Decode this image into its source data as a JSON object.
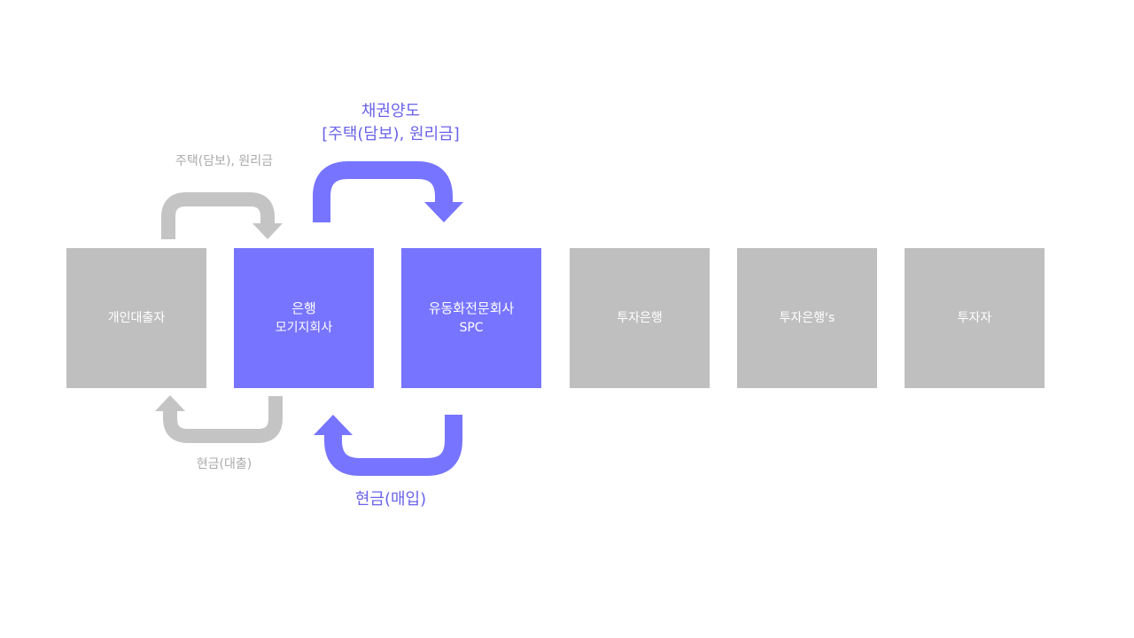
{
  "colors": {
    "gray_box": "#bfbfbf",
    "blue_box": "#7774ff",
    "gray_arrow": "#c4c4c4",
    "blue_arrow": "#7774ff",
    "blue_text": "#6a63e8",
    "gray_text": "#aaaaaa"
  },
  "boxes": [
    {
      "line1": "개인대출자",
      "line2": ""
    },
    {
      "line1": "은행",
      "line2": "모기지회사"
    },
    {
      "line1": "유동화전문회사",
      "line2": "SPC"
    },
    {
      "line1": "투자은행",
      "line2": ""
    },
    {
      "line1": "투자은행's",
      "line2": ""
    },
    {
      "line1": "투자자",
      "line2": ""
    }
  ],
  "labels": {
    "top_gray": "주택(담보), 원리금",
    "bottom_gray": "현금(대출)",
    "top_blue_line1": "채권양도",
    "top_blue_line2": "[주택(담보), 원리금]",
    "bottom_blue": "현금(매입)"
  }
}
